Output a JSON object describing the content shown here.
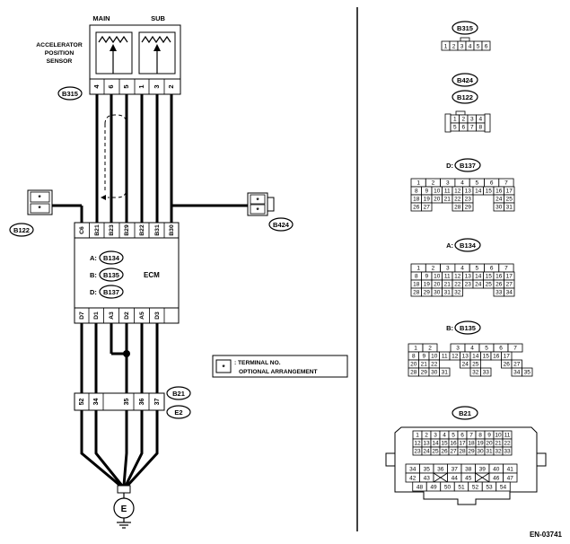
{
  "sensor": {
    "main_label": "MAIN",
    "sub_label": "SUB",
    "name_line1": "ACCELERATOR",
    "name_line2": "POSITION",
    "name_line3": "SENSOR"
  },
  "sensor_conn": {
    "id": "B315",
    "pins": [
      "4",
      "6",
      "5",
      "1",
      "3",
      "2"
    ]
  },
  "ecm": {
    "label": "ECM",
    "conn_a": "B134",
    "conn_b": "B135",
    "conn_d": "B137",
    "prefix_a": "A:",
    "prefix_b": "B:",
    "prefix_d": "D:",
    "top_pins": [
      "C6",
      "B21",
      "B23",
      "B29",
      "B22",
      "B31",
      "B30"
    ],
    "bottom_pins": [
      "D7",
      "D1",
      "A3",
      "D2",
      "A5",
      "D3"
    ]
  },
  "left_conn": {
    "id": "B122",
    "star": "*"
  },
  "right_conn": {
    "id": "B424",
    "star": "*"
  },
  "lower_conn": {
    "id1": "B21",
    "id2": "E2",
    "pins": [
      "52",
      "34",
      "35",
      "36",
      "37"
    ]
  },
  "ground": {
    "label": "E"
  },
  "legend": {
    "star": "*",
    "line1": ": TERMINAL NO.",
    "line2": "OPTIONAL ARRANGEMENT"
  },
  "right": {
    "b315": {
      "id": "B315",
      "pins": [
        "1",
        "2",
        "3",
        "4",
        "5",
        "6"
      ]
    },
    "b424": {
      "id": "B424"
    },
    "b122": {
      "id": "B122",
      "row1": [
        "1",
        "2",
        "3",
        "4"
      ],
      "row2": [
        "5",
        "6",
        "7",
        "8"
      ]
    },
    "b137": {
      "prefix": "D:",
      "id": "B137",
      "r1": [
        "1",
        "2",
        "3",
        "4",
        "5",
        "6",
        "7"
      ],
      "r2": [
        "8",
        "9",
        "10",
        "11",
        "12",
        "13",
        "14",
        "15",
        "16",
        "17"
      ],
      "r3": [
        "18",
        "19",
        "20",
        "21",
        "22",
        "23",
        "24",
        "25"
      ],
      "r4": [
        "26",
        "27",
        "28",
        "29",
        "30",
        "31"
      ]
    },
    "b134": {
      "prefix": "A:",
      "id": "B134",
      "r1": [
        "1",
        "2",
        "3",
        "4",
        "5",
        "6",
        "7"
      ],
      "r2": [
        "8",
        "9",
        "10",
        "11",
        "12",
        "13",
        "14",
        "15",
        "16",
        "17"
      ],
      "r3": [
        "18",
        "19",
        "20",
        "21",
        "22",
        "23",
        "24",
        "25",
        "26",
        "27"
      ],
      "r4": [
        "28",
        "29",
        "30",
        "31",
        "32",
        "33",
        "34"
      ]
    },
    "b135": {
      "prefix": "B:",
      "id": "B135",
      "r1": [
        "1",
        "2",
        "3",
        "4",
        "5",
        "6",
        "7"
      ],
      "r2": [
        "8",
        "9",
        "10",
        "11",
        "12",
        "13",
        "14",
        "15",
        "16",
        "17"
      ],
      "r3": [
        "20",
        "21",
        "22",
        "24",
        "25",
        "26",
        "27"
      ],
      "r4": [
        "28",
        "29",
        "30",
        "31",
        "32",
        "33",
        "34",
        "35"
      ]
    },
    "b21": {
      "id": "B21",
      "r1": [
        "1",
        "2",
        "3",
        "4",
        "5",
        "6",
        "7",
        "8",
        "9",
        "10",
        "11"
      ],
      "r2": [
        "12",
        "13",
        "14",
        "15",
        "16",
        "17",
        "18",
        "19",
        "20",
        "21",
        "22"
      ],
      "r3": [
        "23",
        "24",
        "25",
        "26",
        "27",
        "28",
        "29",
        "30",
        "31",
        "32",
        "33"
      ],
      "r4": [
        "34",
        "35",
        "36",
        "37",
        "38",
        "39",
        "40",
        "41"
      ],
      "r5": [
        "42",
        "43",
        "44",
        "45",
        "46",
        "47"
      ],
      "r6": [
        "48",
        "49",
        "50",
        "51",
        "52",
        "53",
        "54"
      ]
    }
  },
  "figure_id": "EN-03741"
}
